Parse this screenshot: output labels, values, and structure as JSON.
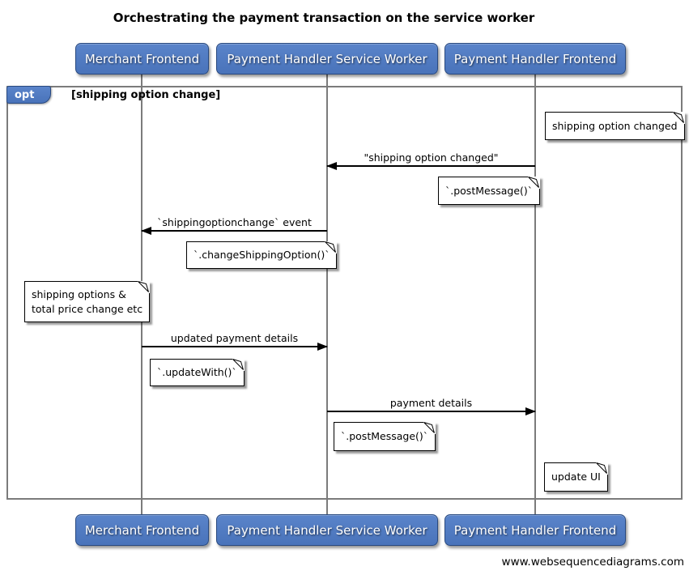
{
  "title": "Orchestrating the payment transaction on the service worker",
  "footer": "www.websequencediagrams.com",
  "frame": {
    "operator": "opt",
    "guard": "[shipping option change]"
  },
  "actors": {
    "merchant": "Merchant Frontend",
    "service_worker": "Payment Handler Service Worker",
    "frontend": "Payment Handler Frontend"
  },
  "messages": [
    {
      "label": "\"shipping option changed\"",
      "from": "Payment Handler Frontend",
      "to": "Payment Handler Service Worker",
      "direction": "left"
    },
    {
      "label": "`shippingoptionchange` event",
      "from": "Payment Handler Service Worker",
      "to": "Merchant Frontend",
      "direction": "left"
    },
    {
      "label": "updated payment details",
      "from": "Merchant Frontend",
      "to": "Payment Handler Service Worker",
      "direction": "right"
    },
    {
      "label": "payment details",
      "from": "Payment Handler Service Worker",
      "to": "Payment Handler Frontend",
      "direction": "right"
    }
  ],
  "notes": [
    {
      "text": "shipping option changed",
      "position": "right of Payment Handler Frontend"
    },
    {
      "text": "`.postMessage()`",
      "position": "left of Payment Handler Frontend"
    },
    {
      "text": "`.changeShippingOption()`",
      "position": "left of Payment Handler Service Worker"
    },
    {
      "text": "shipping options &\ntotal price change etc",
      "position": "left of Merchant Frontend"
    },
    {
      "text": "`.updateWith()`",
      "position": "right of Merchant Frontend"
    },
    {
      "text": "`.postMessage()`",
      "position": "right of Payment Handler Service Worker"
    },
    {
      "text": "update UI",
      "position": "right of Payment Handler Frontend"
    }
  ],
  "colors": {
    "actor_fill": "#4e79c2",
    "actor_border": "#29497f",
    "actor_text": "#ffffff",
    "frame_border": "#7b7b7b",
    "lifeline": "#7b7b7b",
    "note_fill": "#ffffff",
    "note_border": "#000000",
    "arrow": "#000000",
    "text": "#000000"
  }
}
